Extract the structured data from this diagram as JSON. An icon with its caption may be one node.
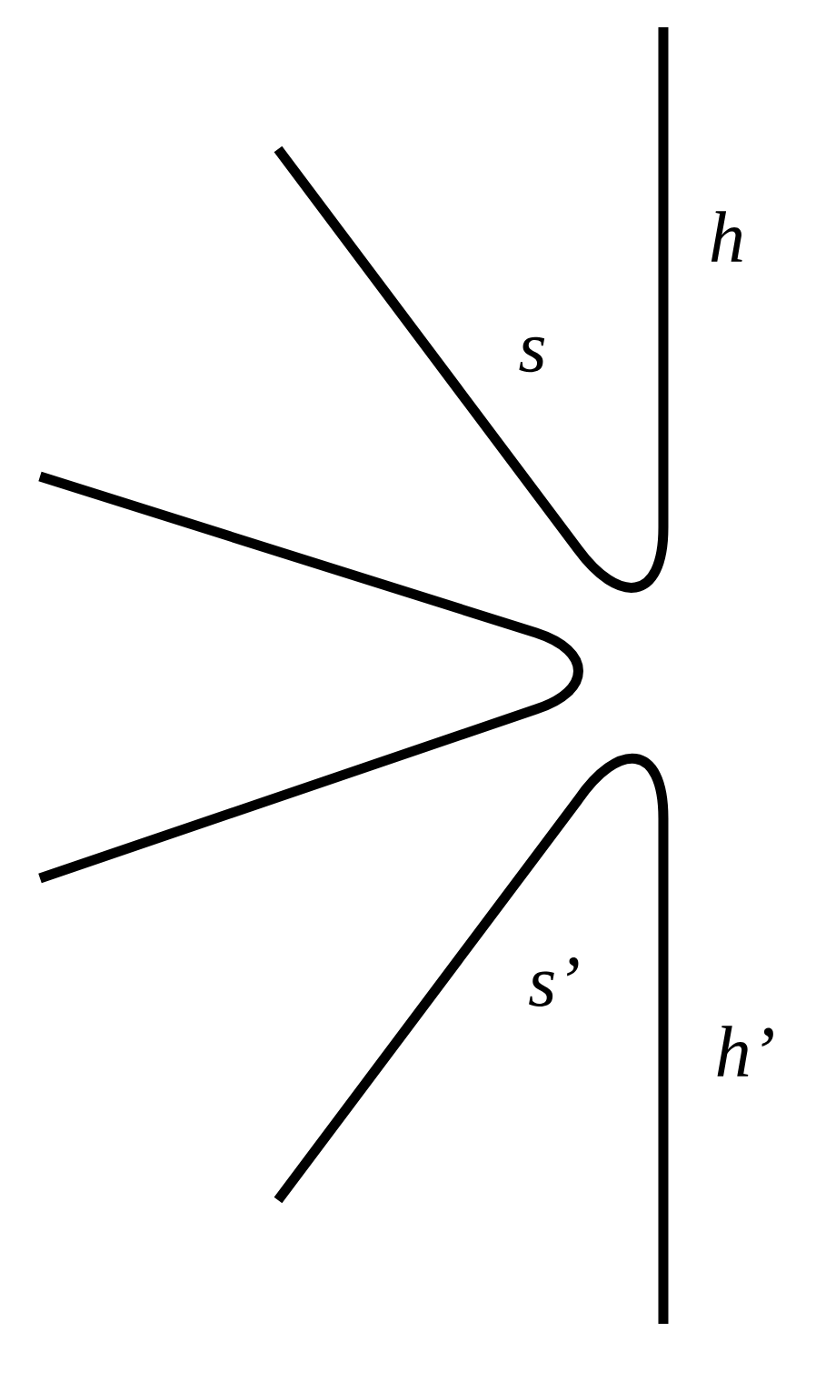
{
  "diagram": {
    "labels": [
      "h",
      "s",
      "s’",
      "h’"
    ]
  }
}
